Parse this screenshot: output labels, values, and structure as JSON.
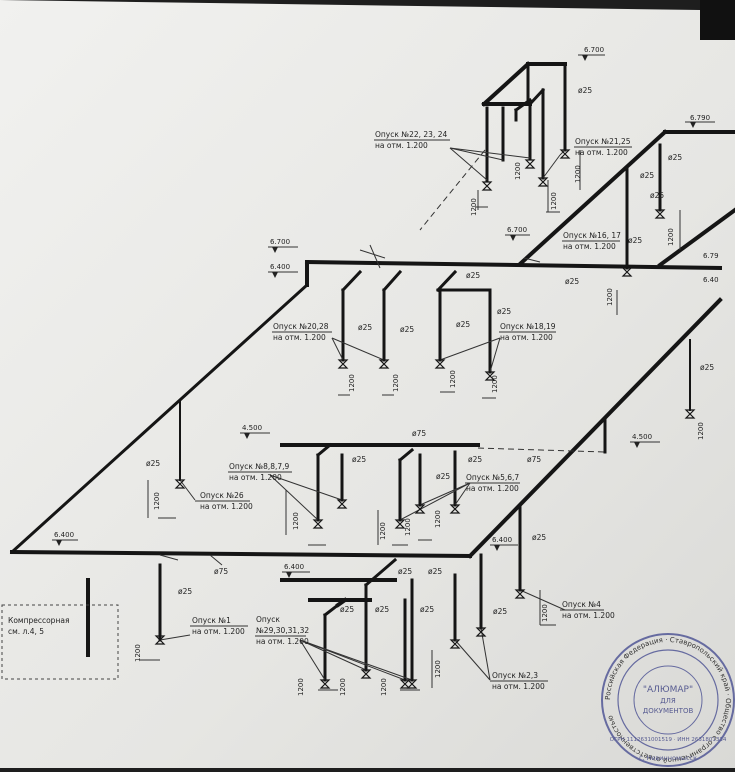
{
  "levels": {
    "l_6700_top": "6.700",
    "l_6790": "6.790",
    "l_6700_mid": "6.700",
    "l_6400_mid": "6.400",
    "l_6700_left": "6.700",
    "l_6400_left": "6.400",
    "l_6790_right": "6.79",
    "l_6400_right": "6.40",
    "l_4500_left": "4.500",
    "l_4500_right": "4.500",
    "l_6400_bottom": "6.400",
    "l_6400_bottom2": "6.400",
    "l_6400_low": "6.400"
  },
  "drops": {
    "d22": {
      "title": "Опуск №22, 23, 24",
      "sub": "на отм. 1.200"
    },
    "d21": {
      "title": "Опуск №21,25",
      "sub": "на отм. 1.200"
    },
    "d16": {
      "title": "Опуск №16, 17",
      "sub": "на отм. 1.200"
    },
    "d20": {
      "title": "Опуск №20,28",
      "sub": "на отм. 1.200"
    },
    "d18": {
      "title": "Опуск №18,19",
      "sub": "на отм. 1.200"
    },
    "d8": {
      "title": "Опуск №8,8,7,9",
      "sub": "на отм. 1.200"
    },
    "d5": {
      "title": "Опуск №5,6,7",
      "sub": "на отм. 1.200"
    },
    "d26": {
      "title": "Опуск №26",
      "sub": "на отм. 1.200"
    },
    "d1": {
      "title": "Опуск №1",
      "sub": "на отм. 1.200"
    },
    "d29": {
      "title": "Опуск",
      "title2": "№29,30,31,32",
      "sub": "на отм. 1.200"
    },
    "d4": {
      "title": "Опуск №4",
      "sub": "на отм. 1.200"
    },
    "d2": {
      "title": "Опуск №2,3",
      "sub": "на отм. 1.200"
    }
  },
  "diameter": "ø25",
  "diameter75": "ø75",
  "height": "1200",
  "compressor": {
    "line1": "Компрессорная",
    "line2": "см. л.4, 5"
  },
  "stamp": {
    "center1": "\"АЛЮМАР\"",
    "center2": "ДЛЯ",
    "center3": "ДОКУМЕНТОВ",
    "ring": "Российская Федерация · Ставропольский край · Общество с ограниченной ответственностью",
    "inner": "ОГРН 1112631001519 · ИНН 2631801334",
    "bottom": "г. Невинномысск"
  },
  "colors": {
    "paper": "#e9e9e7",
    "line": "#151515",
    "stamp": "#5a5f9a"
  }
}
